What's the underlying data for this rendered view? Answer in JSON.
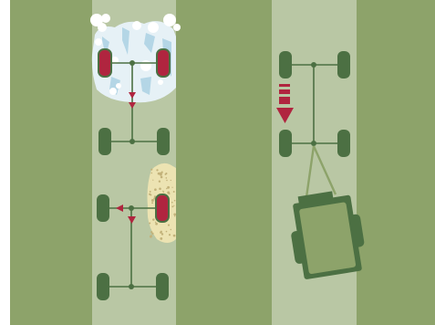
{
  "colors": {
    "background": "#ffffff",
    "terrain_dark": "#8da36a",
    "lane_light": "#b9c7a4",
    "tire": "#4c7043",
    "axle": "#4c7043",
    "powered_wheel": "#b0253f",
    "arrow": "#b0253f",
    "ice": "#e6f1f6",
    "ice_blue": "#b4d6e6",
    "sand": "#ece3b2",
    "sand_speckle": "#c2b27a",
    "tow_line": "#8da36a",
    "trailer": "#4c7043",
    "trailer_inner": "#8da36a"
  },
  "panels": [
    {
      "name": "left-lane",
      "vehicles": [
        {
          "name": "vehicle-on-ice",
          "surface": "ice",
          "front_wheels": "powered",
          "rear_wheels": "unpowered",
          "slip_arrows": "down"
        },
        {
          "name": "vehicle-on-sand",
          "surface": "sand",
          "front_wheels": "mixed",
          "rear_wheels": "unpowered",
          "slip_arrows": "left-and-down"
        }
      ]
    },
    {
      "name": "right-lane",
      "vehicles": [
        {
          "name": "vehicle-towing-trailer",
          "surface": "road",
          "front_wheels": "unpowered",
          "rear_wheels": "unpowered",
          "motion_arrow": "down",
          "trailer": true
        }
      ]
    }
  ]
}
